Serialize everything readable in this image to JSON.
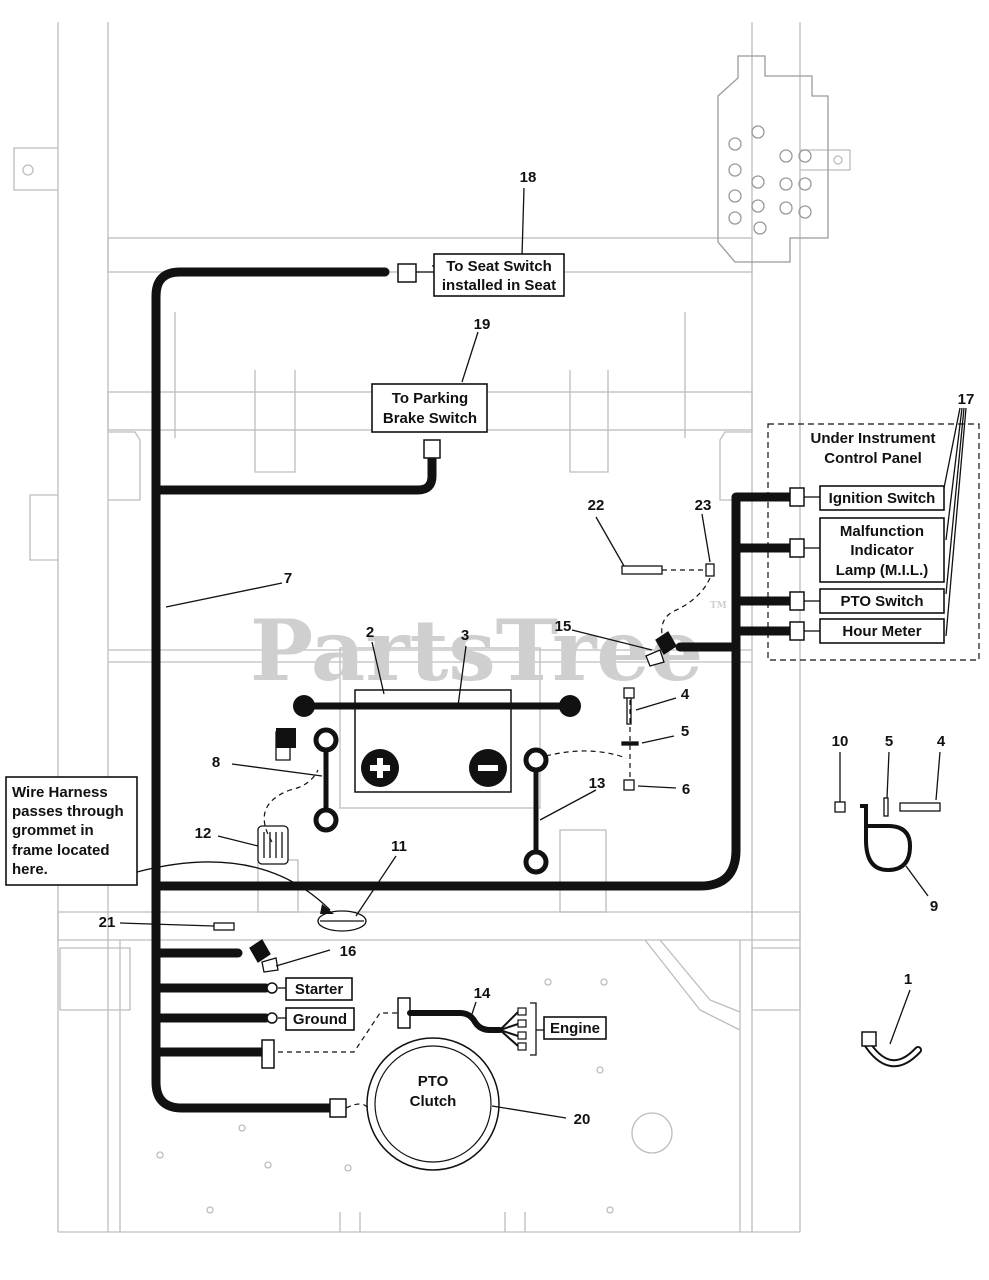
{
  "watermark": {
    "brand": "PartsTree",
    "tm": "TM"
  },
  "callouts": {
    "seat_switch": [
      "To Seat Switch",
      "installed in Seat"
    ],
    "parking_brake": [
      "To Parking",
      "Brake Switch"
    ],
    "panel_title": [
      "Under Instrument",
      "Control Panel"
    ],
    "ignition_switch": "Ignition Switch",
    "mil": [
      "Malfunction",
      "Indicator",
      "Lamp (M.I.L.)"
    ],
    "pto_switch": "PTO Switch",
    "hour_meter": "Hour Meter",
    "grommet_note": [
      "Wire Harness",
      "passes through",
      "grommet in",
      "frame located",
      "here."
    ],
    "starter": "Starter",
    "ground": "Ground",
    "engine": "Engine",
    "pto_clutch": [
      "PTO",
      "Clutch"
    ]
  },
  "part_numbers": {
    "p1": "1",
    "p2": "2",
    "p3": "3",
    "p4a": "4",
    "p4b": "4",
    "p5a": "5",
    "p5b": "5",
    "p6": "6",
    "p7": "7",
    "p8": "8",
    "p9": "9",
    "p10": "10",
    "p11": "11",
    "p12": "12",
    "p13": "13",
    "p14": "14",
    "p15": "15",
    "p16": "16",
    "p17": "17",
    "p18": "18",
    "p19": "19",
    "p20": "20",
    "p21": "21",
    "p22": "22",
    "p23": "23"
  }
}
